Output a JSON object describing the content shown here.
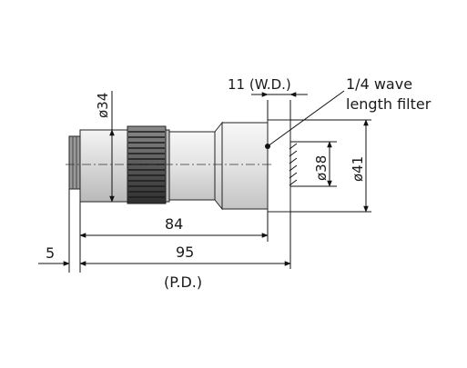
{
  "labels": {
    "working_distance": "11 (W.D.)",
    "filter_line1": "1/4 wave",
    "filter_line2": "length filter",
    "dia_34": "ø34",
    "dia_38": "ø38",
    "dia_41": "ø41",
    "len_84": "84",
    "len_95": "95",
    "len_5": "5",
    "parfocal": "(P.D.)"
  },
  "colors": {
    "body_light": "#e6e6e6",
    "body_mid": "#cfcfcf",
    "knurl_dark": "#4a4a4a",
    "line": "#111111"
  }
}
